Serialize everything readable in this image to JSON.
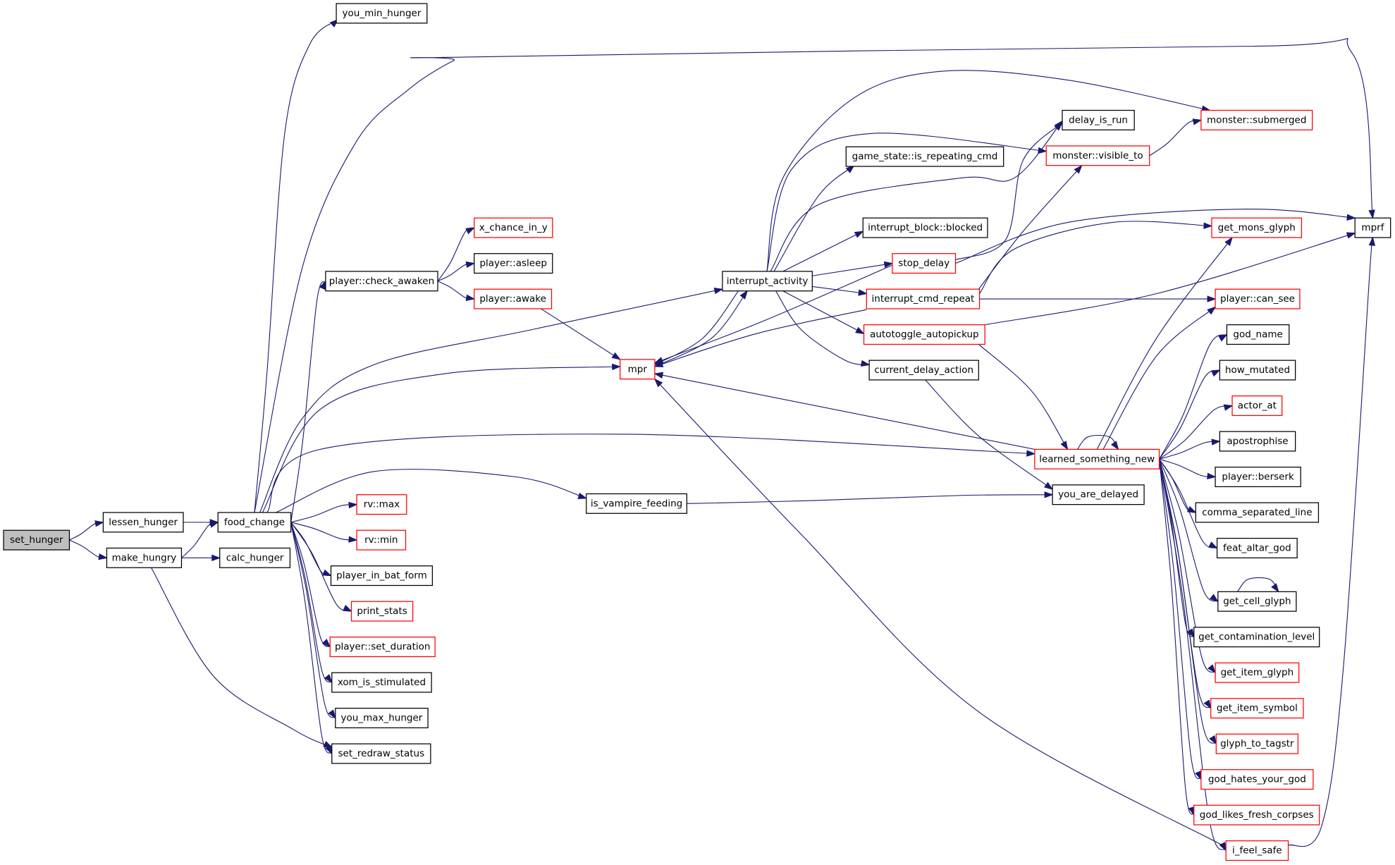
{
  "diagram": {
    "colors": {
      "edge": "#191970",
      "node_border": "#000000",
      "node_border_truncated": "#ff0000",
      "root_fill": "#bfbfbf"
    },
    "nodes": [
      {
        "id": "set_hunger",
        "label": "set_hunger",
        "style": "root"
      },
      {
        "id": "lessen_hunger",
        "label": "lessen_hunger"
      },
      {
        "id": "make_hungry",
        "label": "make_hungry"
      },
      {
        "id": "food_change",
        "label": "food_change"
      },
      {
        "id": "calc_hunger",
        "label": "calc_hunger"
      },
      {
        "id": "you_min_hunger",
        "label": "you_min_hunger"
      },
      {
        "id": "player_check_awaken",
        "label": "player::check_awaken"
      },
      {
        "id": "x_chance_in_y",
        "label": "x_chance_in_y",
        "style": "red"
      },
      {
        "id": "player_asleep",
        "label": "player::asleep"
      },
      {
        "id": "player_awake",
        "label": "player::awake",
        "style": "red"
      },
      {
        "id": "rv_max",
        "label": "rv::max",
        "style": "red"
      },
      {
        "id": "rv_min",
        "label": "rv::min",
        "style": "red"
      },
      {
        "id": "player_in_bat_form",
        "label": "player_in_bat_form"
      },
      {
        "id": "print_stats",
        "label": "print_stats",
        "style": "red"
      },
      {
        "id": "player_set_duration",
        "label": "player::set_duration",
        "style": "red"
      },
      {
        "id": "xom_is_stimulated",
        "label": "xom_is_stimulated"
      },
      {
        "id": "you_max_hunger",
        "label": "you_max_hunger"
      },
      {
        "id": "set_redraw_status",
        "label": "set_redraw_status"
      },
      {
        "id": "mpr",
        "label": "mpr",
        "style": "red"
      },
      {
        "id": "interrupt_activity",
        "label": "interrupt_activity"
      },
      {
        "id": "is_vampire_feeding",
        "label": "is_vampire_feeding"
      },
      {
        "id": "game_state_is_repeating_cmd",
        "label": "game_state::is_repeating_cmd"
      },
      {
        "id": "interrupt_block_blocked",
        "label": "interrupt_block::blocked"
      },
      {
        "id": "stop_delay",
        "label": "stop_delay",
        "style": "red"
      },
      {
        "id": "interrupt_cmd_repeat",
        "label": "interrupt_cmd_repeat",
        "style": "red"
      },
      {
        "id": "autotoggle_autopickup",
        "label": "autotoggle_autopickup",
        "style": "red"
      },
      {
        "id": "current_delay_action",
        "label": "current_delay_action"
      },
      {
        "id": "delay_is_run",
        "label": "delay_is_run"
      },
      {
        "id": "monster_visible_to",
        "label": "monster::visible_to",
        "style": "red"
      },
      {
        "id": "monster_submerged",
        "label": "monster::submerged",
        "style": "red"
      },
      {
        "id": "learned_something_new",
        "label": "learned_something_new",
        "style": "red"
      },
      {
        "id": "you_are_delayed",
        "label": "you_are_delayed"
      },
      {
        "id": "mprf",
        "label": "mprf"
      },
      {
        "id": "get_mons_glyph",
        "label": "get_mons_glyph",
        "style": "red"
      },
      {
        "id": "player_can_see",
        "label": "player::can_see",
        "style": "red"
      },
      {
        "id": "god_name",
        "label": "god_name"
      },
      {
        "id": "how_mutated",
        "label": "how_mutated"
      },
      {
        "id": "actor_at",
        "label": "actor_at",
        "style": "red"
      },
      {
        "id": "apostrophise",
        "label": "apostrophise"
      },
      {
        "id": "player_berserk",
        "label": "player::berserk"
      },
      {
        "id": "comma_separated_line",
        "label": "comma_separated_line"
      },
      {
        "id": "feat_altar_god",
        "label": "feat_altar_god"
      },
      {
        "id": "get_cell_glyph",
        "label": "get_cell_glyph"
      },
      {
        "id": "get_contamination_level",
        "label": "get_contamination_level"
      },
      {
        "id": "get_item_glyph",
        "label": "get_item_glyph",
        "style": "red"
      },
      {
        "id": "get_item_symbol",
        "label": "get_item_symbol",
        "style": "red"
      },
      {
        "id": "glyph_to_tagstr",
        "label": "glyph_to_tagstr",
        "style": "red"
      },
      {
        "id": "god_hates_your_god",
        "label": "god_hates_your_god",
        "style": "red"
      },
      {
        "id": "god_likes_fresh_corpses",
        "label": "god_likes_fresh_corpses",
        "style": "red"
      },
      {
        "id": "i_feel_safe",
        "label": "i_feel_safe",
        "style": "red"
      }
    ],
    "edges": [
      {
        "from": "set_hunger",
        "to": "lessen_hunger"
      },
      {
        "from": "set_hunger",
        "to": "make_hungry"
      },
      {
        "from": "lessen_hunger",
        "to": "food_change"
      },
      {
        "from": "make_hungry",
        "to": "food_change"
      },
      {
        "from": "make_hungry",
        "to": "calc_hunger"
      },
      {
        "from": "make_hungry",
        "to": "set_redraw_status"
      },
      {
        "from": "food_change",
        "to": "you_min_hunger"
      },
      {
        "from": "food_change",
        "to": "mprf"
      },
      {
        "from": "food_change",
        "to": "player_check_awaken"
      },
      {
        "from": "food_change",
        "to": "interrupt_activity"
      },
      {
        "from": "food_change",
        "to": "mpr"
      },
      {
        "from": "food_change",
        "to": "learned_something_new"
      },
      {
        "from": "food_change",
        "to": "is_vampire_feeding"
      },
      {
        "from": "food_change",
        "to": "rv_max"
      },
      {
        "from": "food_change",
        "to": "rv_min"
      },
      {
        "from": "food_change",
        "to": "player_in_bat_form"
      },
      {
        "from": "food_change",
        "to": "print_stats"
      },
      {
        "from": "food_change",
        "to": "player_set_duration"
      },
      {
        "from": "food_change",
        "to": "xom_is_stimulated"
      },
      {
        "from": "food_change",
        "to": "you_max_hunger"
      },
      {
        "from": "food_change",
        "to": "set_redraw_status"
      },
      {
        "from": "player_check_awaken",
        "to": "x_chance_in_y"
      },
      {
        "from": "player_check_awaken",
        "to": "player_asleep"
      },
      {
        "from": "player_check_awaken",
        "to": "player_awake"
      },
      {
        "from": "player_awake",
        "to": "mpr"
      },
      {
        "from": "interrupt_activity",
        "to": "monster_submerged"
      },
      {
        "from": "interrupt_activity",
        "to": "monster_visible_to"
      },
      {
        "from": "interrupt_activity",
        "to": "game_state_is_repeating_cmd"
      },
      {
        "from": "interrupt_activity",
        "to": "delay_is_run"
      },
      {
        "from": "interrupt_activity",
        "to": "interrupt_block_blocked"
      },
      {
        "from": "interrupt_activity",
        "to": "stop_delay"
      },
      {
        "from": "interrupt_activity",
        "to": "interrupt_cmd_repeat"
      },
      {
        "from": "interrupt_activity",
        "to": "autotoggle_autopickup"
      },
      {
        "from": "interrupt_activity",
        "to": "current_delay_action"
      },
      {
        "from": "interrupt_activity",
        "to": "mpr"
      },
      {
        "from": "mpr",
        "to": "interrupt_activity"
      },
      {
        "from": "stop_delay",
        "to": "delay_is_run"
      },
      {
        "from": "stop_delay",
        "to": "mprf"
      },
      {
        "from": "stop_delay",
        "to": "mpr"
      },
      {
        "from": "interrupt_cmd_repeat",
        "to": "monster_visible_to"
      },
      {
        "from": "interrupt_cmd_repeat",
        "to": "get_mons_glyph"
      },
      {
        "from": "interrupt_cmd_repeat",
        "to": "player_can_see"
      },
      {
        "from": "interrupt_cmd_repeat",
        "to": "mpr"
      },
      {
        "from": "autotoggle_autopickup",
        "to": "mprf"
      },
      {
        "from": "autotoggle_autopickup",
        "to": "learned_something_new"
      },
      {
        "from": "current_delay_action",
        "to": "you_are_delayed"
      },
      {
        "from": "monster_visible_to",
        "to": "monster_submerged"
      },
      {
        "from": "is_vampire_feeding",
        "to": "you_are_delayed"
      },
      {
        "from": "learned_something_new",
        "to": "mpr"
      },
      {
        "from": "learned_something_new",
        "to": "learned_something_new"
      },
      {
        "from": "learned_something_new",
        "to": "get_mons_glyph"
      },
      {
        "from": "learned_something_new",
        "to": "player_can_see"
      },
      {
        "from": "learned_something_new",
        "to": "god_name"
      },
      {
        "from": "learned_something_new",
        "to": "how_mutated"
      },
      {
        "from": "learned_something_new",
        "to": "actor_at"
      },
      {
        "from": "learned_something_new",
        "to": "apostrophise"
      },
      {
        "from": "learned_something_new",
        "to": "player_berserk"
      },
      {
        "from": "learned_something_new",
        "to": "comma_separated_line"
      },
      {
        "from": "learned_something_new",
        "to": "feat_altar_god"
      },
      {
        "from": "learned_something_new",
        "to": "get_cell_glyph"
      },
      {
        "from": "learned_something_new",
        "to": "get_contamination_level"
      },
      {
        "from": "learned_something_new",
        "to": "get_item_glyph"
      },
      {
        "from": "learned_something_new",
        "to": "get_item_symbol"
      },
      {
        "from": "learned_something_new",
        "to": "glyph_to_tagstr"
      },
      {
        "from": "learned_something_new",
        "to": "god_hates_your_god"
      },
      {
        "from": "learned_something_new",
        "to": "god_likes_fresh_corpses"
      },
      {
        "from": "learned_something_new",
        "to": "i_feel_safe"
      },
      {
        "from": "get_cell_glyph",
        "to": "get_cell_glyph"
      },
      {
        "from": "i_feel_safe",
        "to": "mprf"
      },
      {
        "from": "i_feel_safe",
        "to": "mpr"
      }
    ]
  }
}
